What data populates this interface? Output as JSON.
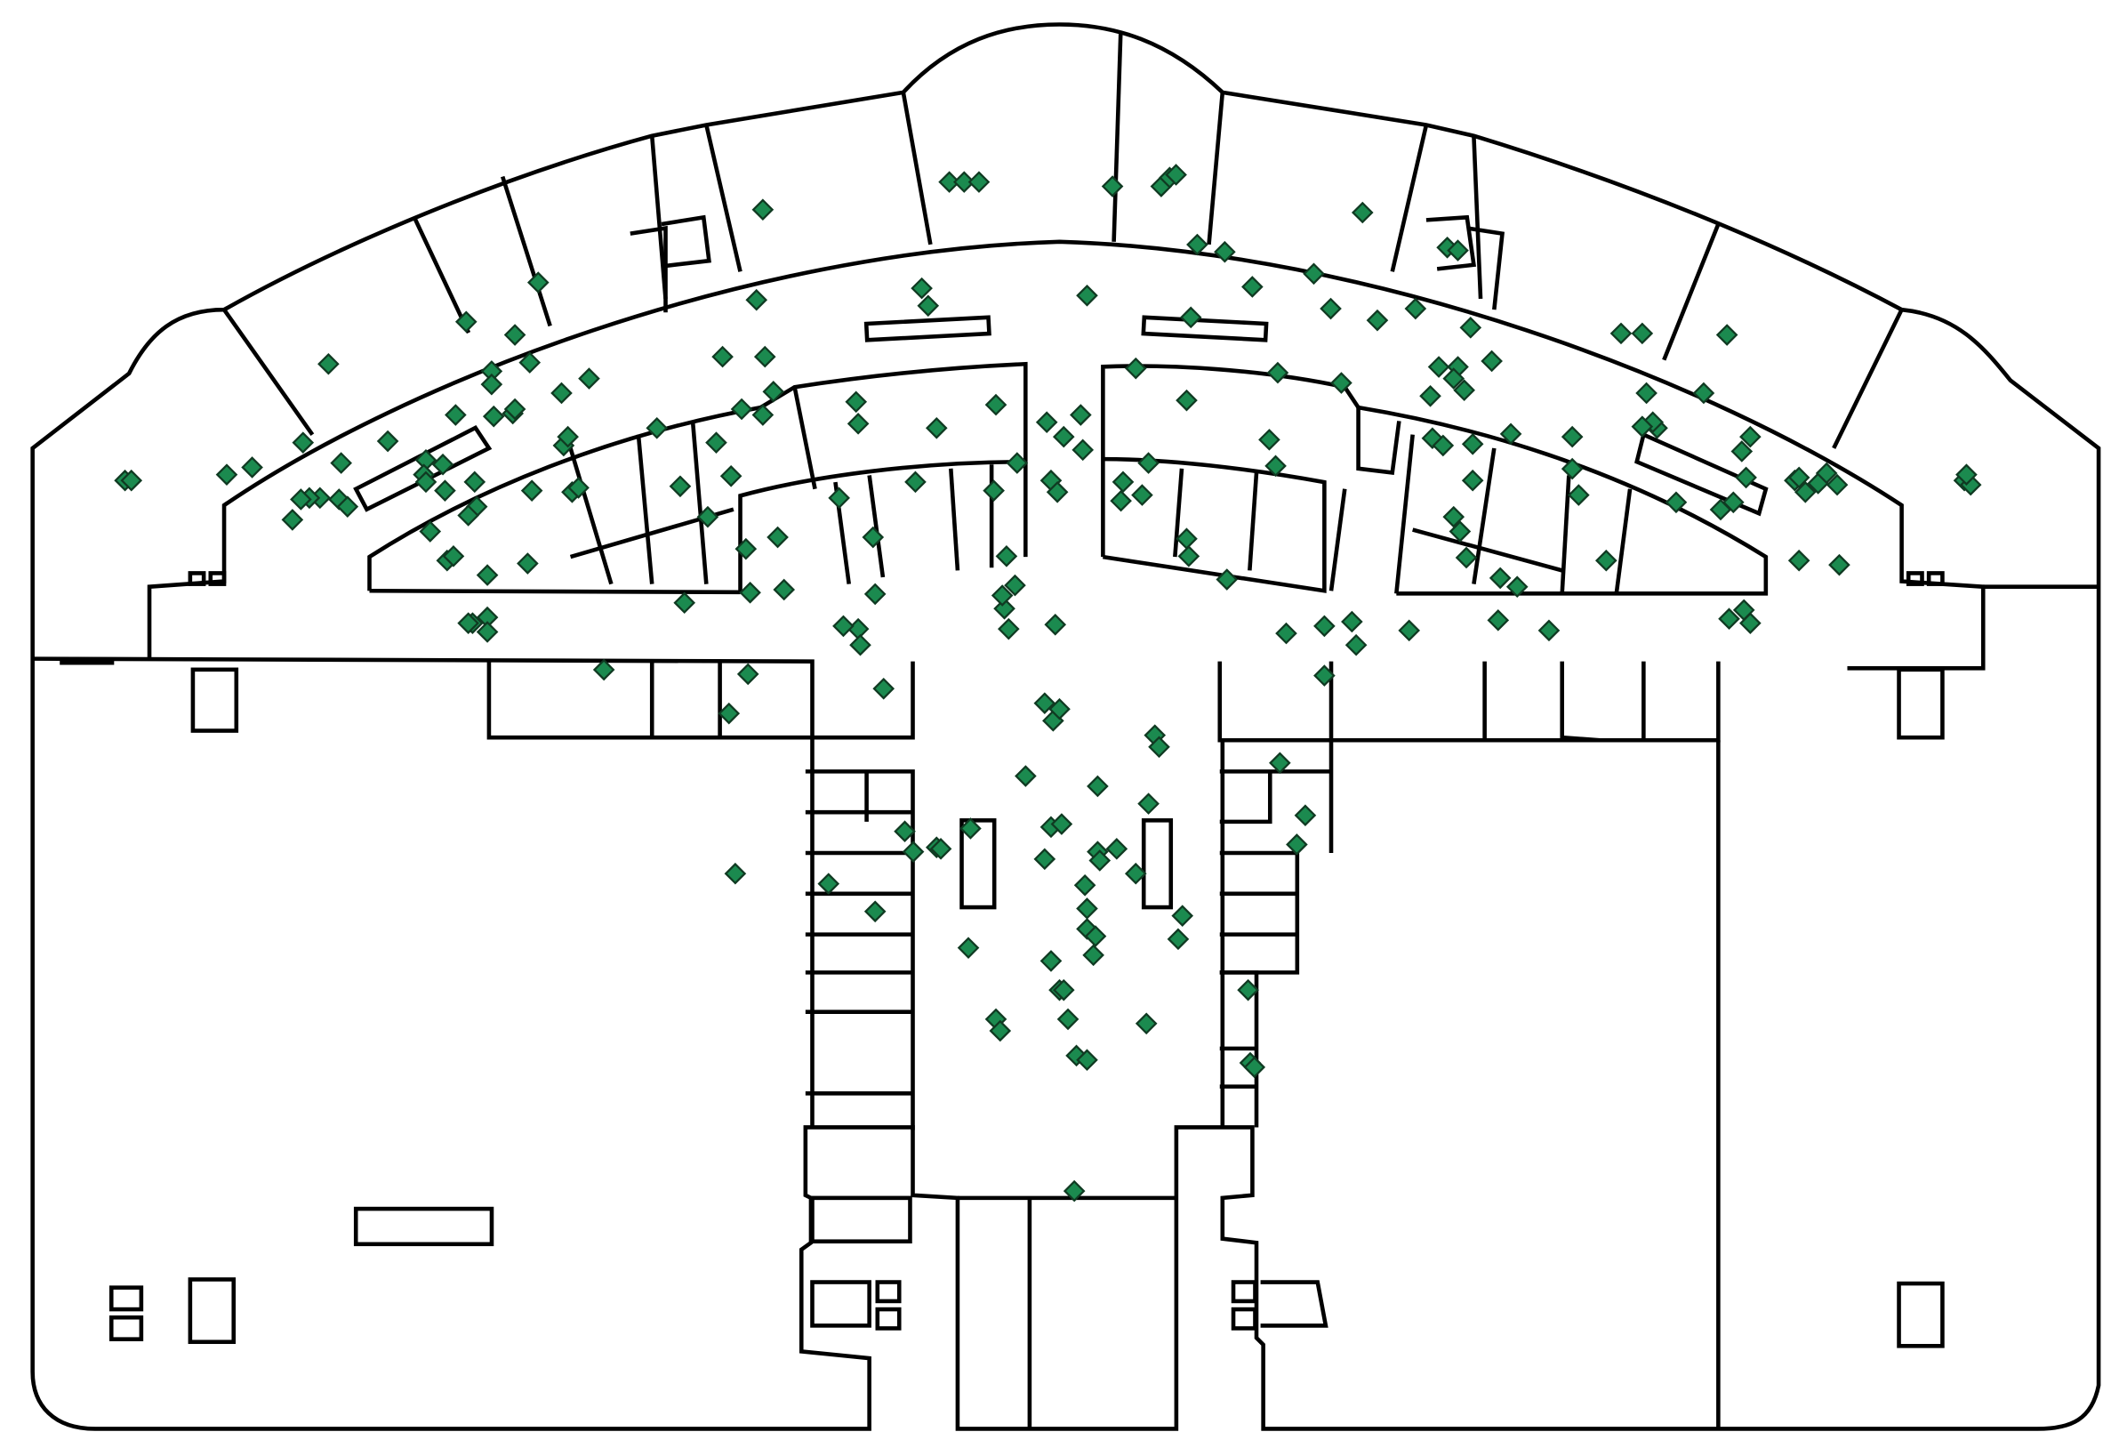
{
  "map": {
    "background_color": "#ffffff",
    "wall_color": "#000000",
    "marker_color": "#1b8a4f",
    "marker_shape": "diamond",
    "points": [
      [
        0.059,
        0.33
      ],
      [
        0.062,
        0.33
      ],
      [
        0.107,
        0.326
      ],
      [
        0.119,
        0.321
      ],
      [
        0.155,
        0.25
      ],
      [
        0.143,
        0.304
      ],
      [
        0.161,
        0.318
      ],
      [
        0.151,
        0.342
      ],
      [
        0.146,
        0.342
      ],
      [
        0.138,
        0.357
      ],
      [
        0.16,
        0.343
      ],
      [
        0.164,
        0.348
      ],
      [
        0.142,
        0.343
      ],
      [
        0.183,
        0.303
      ],
      [
        0.201,
        0.316
      ],
      [
        0.215,
        0.285
      ],
      [
        0.209,
        0.319
      ],
      [
        0.2,
        0.326
      ],
      [
        0.201,
        0.331
      ],
      [
        0.21,
        0.337
      ],
      [
        0.203,
        0.365
      ],
      [
        0.211,
        0.385
      ],
      [
        0.214,
        0.382
      ],
      [
        0.225,
        0.348
      ],
      [
        0.224,
        0.331
      ],
      [
        0.221,
        0.354
      ],
      [
        0.23,
        0.395
      ],
      [
        0.223,
        0.428
      ],
      [
        0.23,
        0.424
      ],
      [
        0.23,
        0.434
      ],
      [
        0.221,
        0.428
      ],
      [
        0.233,
        0.286
      ],
      [
        0.242,
        0.284
      ],
      [
        0.25,
        0.249
      ],
      [
        0.254,
        0.194
      ],
      [
        0.22,
        0.221
      ],
      [
        0.243,
        0.23
      ],
      [
        0.232,
        0.255
      ],
      [
        0.232,
        0.264
      ],
      [
        0.243,
        0.281
      ],
      [
        0.265,
        0.27
      ],
      [
        0.278,
        0.26
      ],
      [
        0.266,
        0.306
      ],
      [
        0.251,
        0.337
      ],
      [
        0.249,
        0.387
      ],
      [
        0.27,
        0.338
      ],
      [
        0.268,
        0.3
      ],
      [
        0.273,
        0.335
      ],
      [
        0.36,
        0.144
      ],
      [
        0.357,
        0.206
      ],
      [
        0.341,
        0.245
      ],
      [
        0.361,
        0.245
      ],
      [
        0.365,
        0.269
      ],
      [
        0.36,
        0.285
      ],
      [
        0.35,
        0.281
      ],
      [
        0.338,
        0.304
      ],
      [
        0.345,
        0.327
      ],
      [
        0.334,
        0.355
      ],
      [
        0.31,
        0.294
      ],
      [
        0.321,
        0.334
      ],
      [
        0.352,
        0.377
      ],
      [
        0.367,
        0.369
      ],
      [
        0.354,
        0.407
      ],
      [
        0.37,
        0.405
      ],
      [
        0.323,
        0.414
      ],
      [
        0.404,
        0.276
      ],
      [
        0.396,
        0.342
      ],
      [
        0.412,
        0.369
      ],
      [
        0.413,
        0.408
      ],
      [
        0.405,
        0.432
      ],
      [
        0.406,
        0.443
      ],
      [
        0.398,
        0.43
      ],
      [
        0.405,
        0.291
      ],
      [
        0.442,
        0.294
      ],
      [
        0.47,
        0.278
      ],
      [
        0.432,
        0.331
      ],
      [
        0.448,
        0.125
      ],
      [
        0.455,
        0.125
      ],
      [
        0.462,
        0.125
      ],
      [
        0.435,
        0.198
      ],
      [
        0.438,
        0.21
      ],
      [
        0.469,
        0.337
      ],
      [
        0.475,
        0.382
      ],
      [
        0.48,
        0.318
      ],
      [
        0.494,
        0.29
      ],
      [
        0.502,
        0.3
      ],
      [
        0.51,
        0.285
      ],
      [
        0.511,
        0.309
      ],
      [
        0.496,
        0.33
      ],
      [
        0.499,
        0.338
      ],
      [
        0.479,
        0.402
      ],
      [
        0.474,
        0.418
      ],
      [
        0.476,
        0.432
      ],
      [
        0.473,
        0.409
      ],
      [
        0.498,
        0.429
      ],
      [
        0.525,
        0.128
      ],
      [
        0.513,
        0.203
      ],
      [
        0.548,
        0.128
      ],
      [
        0.552,
        0.122
      ],
      [
        0.555,
        0.12
      ],
      [
        0.536,
        0.253
      ],
      [
        0.53,
        0.331
      ],
      [
        0.539,
        0.34
      ],
      [
        0.529,
        0.344
      ],
      [
        0.542,
        0.318
      ],
      [
        0.56,
        0.275
      ],
      [
        0.56,
        0.37
      ],
      [
        0.561,
        0.382
      ],
      [
        0.565,
        0.168
      ],
      [
        0.578,
        0.173
      ],
      [
        0.591,
        0.197
      ],
      [
        0.562,
        0.218
      ],
      [
        0.579,
        0.398
      ],
      [
        0.603,
        0.256
      ],
      [
        0.599,
        0.302
      ],
      [
        0.602,
        0.32
      ],
      [
        0.607,
        0.435
      ],
      [
        0.625,
        0.43
      ],
      [
        0.638,
        0.427
      ],
      [
        0.64,
        0.443
      ],
      [
        0.633,
        0.263
      ],
      [
        0.62,
        0.188
      ],
      [
        0.628,
        0.212
      ],
      [
        0.643,
        0.146
      ],
      [
        0.65,
        0.22
      ],
      [
        0.668,
        0.212
      ],
      [
        0.676,
        0.301
      ],
      [
        0.675,
        0.272
      ],
      [
        0.679,
        0.252
      ],
      [
        0.694,
        0.225
      ],
      [
        0.688,
        0.252
      ],
      [
        0.686,
        0.26
      ],
      [
        0.691,
        0.268
      ],
      [
        0.695,
        0.305
      ],
      [
        0.704,
        0.248
      ],
      [
        0.683,
        0.17
      ],
      [
        0.688,
        0.172
      ],
      [
        0.665,
        0.433
      ],
      [
        0.681,
        0.306
      ],
      [
        0.686,
        0.355
      ],
      [
        0.692,
        0.383
      ],
      [
        0.695,
        0.33
      ],
      [
        0.713,
        0.298
      ],
      [
        0.716,
        0.403
      ],
      [
        0.707,
        0.426
      ],
      [
        0.689,
        0.365
      ],
      [
        0.708,
        0.397
      ],
      [
        0.731,
        0.433
      ],
      [
        0.742,
        0.3
      ],
      [
        0.742,
        0.322
      ],
      [
        0.745,
        0.34
      ],
      [
        0.758,
        0.385
      ],
      [
        0.765,
        0.229
      ],
      [
        0.775,
        0.229
      ],
      [
        0.777,
        0.27
      ],
      [
        0.782,
        0.294
      ],
      [
        0.78,
        0.29
      ],
      [
        0.775,
        0.293
      ],
      [
        0.791,
        0.345
      ],
      [
        0.815,
        0.23
      ],
      [
        0.804,
        0.27
      ],
      [
        0.822,
        0.31
      ],
      [
        0.818,
        0.345
      ],
      [
        0.824,
        0.328
      ],
      [
        0.826,
        0.3
      ],
      [
        0.812,
        0.35
      ],
      [
        0.847,
        0.33
      ],
      [
        0.849,
        0.328
      ],
      [
        0.858,
        0.332
      ],
      [
        0.862,
        0.325
      ],
      [
        0.867,
        0.333
      ],
      [
        0.852,
        0.338
      ],
      [
        0.849,
        0.385
      ],
      [
        0.868,
        0.388
      ],
      [
        0.823,
        0.419
      ],
      [
        0.826,
        0.428
      ],
      [
        0.816,
        0.425
      ],
      [
        0.927,
        0.33
      ],
      [
        0.93,
        0.333
      ],
      [
        0.928,
        0.326
      ],
      [
        0.285,
        0.46
      ],
      [
        0.353,
        0.463
      ],
      [
        0.344,
        0.49
      ],
      [
        0.347,
        0.6
      ],
      [
        0.391,
        0.607
      ],
      [
        0.413,
        0.626
      ],
      [
        0.417,
        0.473
      ],
      [
        0.427,
        0.571
      ],
      [
        0.431,
        0.585
      ],
      [
        0.442,
        0.582
      ],
      [
        0.444,
        0.583
      ],
      [
        0.458,
        0.569
      ],
      [
        0.457,
        0.651
      ],
      [
        0.47,
        0.7
      ],
      [
        0.472,
        0.708
      ],
      [
        0.484,
        0.533
      ],
      [
        0.493,
        0.483
      ],
      [
        0.497,
        0.495
      ],
      [
        0.5,
        0.487
      ],
      [
        0.496,
        0.568
      ],
      [
        0.501,
        0.566
      ],
      [
        0.493,
        0.59
      ],
      [
        0.496,
        0.66
      ],
      [
        0.5,
        0.68
      ],
      [
        0.502,
        0.68
      ],
      [
        0.504,
        0.7
      ],
      [
        0.508,
        0.725
      ],
      [
        0.513,
        0.728
      ],
      [
        0.516,
        0.656
      ],
      [
        0.513,
        0.638
      ],
      [
        0.517,
        0.643
      ],
      [
        0.512,
        0.608
      ],
      [
        0.518,
        0.585
      ],
      [
        0.519,
        0.591
      ],
      [
        0.527,
        0.583
      ],
      [
        0.536,
        0.6
      ],
      [
        0.542,
        0.552
      ],
      [
        0.545,
        0.505
      ],
      [
        0.547,
        0.513
      ],
      [
        0.558,
        0.629
      ],
      [
        0.556,
        0.645
      ],
      [
        0.541,
        0.703
      ],
      [
        0.518,
        0.54
      ],
      [
        0.513,
        0.624
      ],
      [
        0.604,
        0.524
      ],
      [
        0.616,
        0.56
      ],
      [
        0.612,
        0.58
      ],
      [
        0.589,
        0.68
      ],
      [
        0.59,
        0.73
      ],
      [
        0.592,
        0.733
      ],
      [
        0.625,
        0.464
      ],
      [
        0.507,
        0.818
      ]
    ]
  }
}
